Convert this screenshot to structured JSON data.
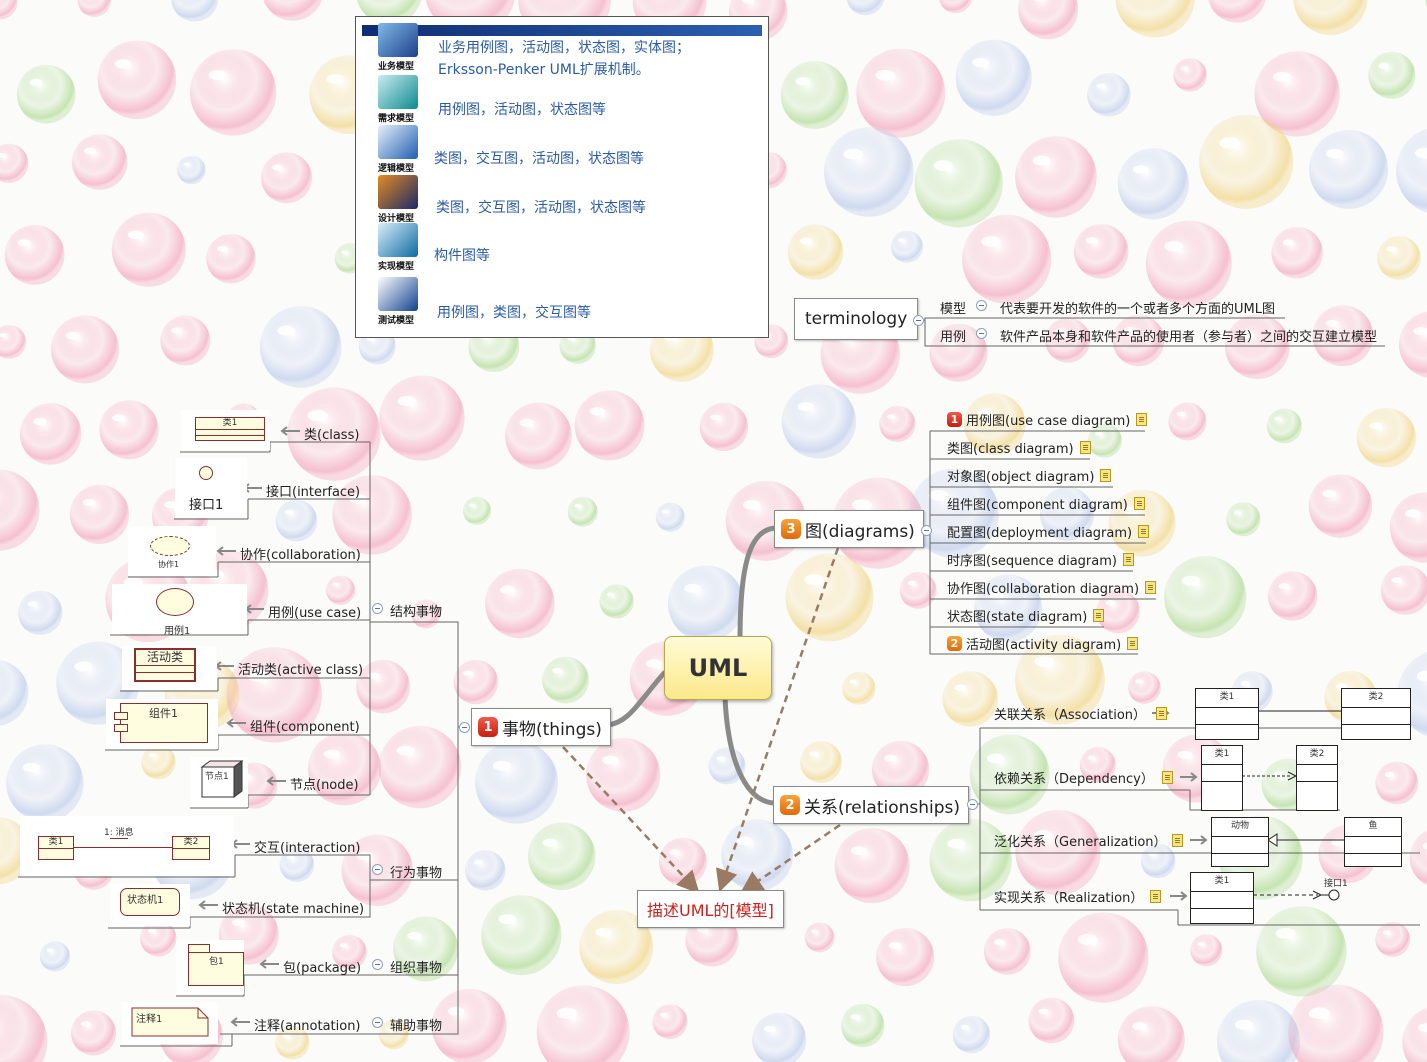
{
  "central": "UML",
  "model_target": "描述UML的[模型]",
  "things": {
    "badge": "1",
    "label": "事物(things)",
    "groups": {
      "structural": "结构事物",
      "behavioral": "行为事物",
      "grouping": "组织事物",
      "annotational": "辅助事物"
    },
    "items": {
      "class": "类(class)",
      "interface": "接口(interface)",
      "collaboration": "协作(collaboration)",
      "use_case": "用例(use case)",
      "active_class": "活动类(active class)",
      "component": "组件(component)",
      "node": "节点(node)",
      "interaction": "交互(interaction)",
      "state_machine": "状态机(state machine)",
      "package": "包(package)",
      "annotation": "注释(annotation)"
    },
    "images": {
      "class": "类1",
      "interface": "接口1",
      "collaboration": "协作1",
      "use_case": "用例1",
      "active_class": "活动类",
      "component": "组件1",
      "node": "节点1",
      "interaction_a": "类1",
      "interaction_b": "类2",
      "interaction_msg": "1: 消息",
      "state_machine": "状态机1",
      "package": "包1",
      "annotation": "注释1"
    }
  },
  "relationships": {
    "badge": "2",
    "label": "关系(relationships)",
    "items": [
      {
        "label": "关联关系（Association）",
        "left": "类1",
        "right": "类2"
      },
      {
        "label": "依赖关系（Dependency）",
        "left": "类1",
        "right": "类2"
      },
      {
        "label": "泛化关系（Generalization）",
        "left": "动物",
        "right": "鱼"
      },
      {
        "label": "实现关系（Realization）",
        "left": "类1",
        "right": "接口1"
      }
    ]
  },
  "diagrams": {
    "badge": "3",
    "label": "图(diagrams)",
    "items": [
      {
        "label": "用例图(use case diagram)",
        "badge": "1"
      },
      {
        "label": "类图(class diagram)"
      },
      {
        "label": "对象图(object diagram)"
      },
      {
        "label": "组件图(component diagram)"
      },
      {
        "label": "配置图(deployment diagram)"
      },
      {
        "label": "时序图(sequence diagram)"
      },
      {
        "label": "协作图(collaboration diagram)"
      },
      {
        "label": "状态图(state diagram)"
      },
      {
        "label": "活动图(activity diagram)",
        "badge": "2"
      }
    ]
  },
  "terminology": {
    "label": "terminology",
    "items": [
      {
        "term": "模型",
        "desc": "代表要开发的软件的一个或者多个方面的UML图"
      },
      {
        "term": "用例",
        "desc": "软件产品本身和软件产品的使用者（参与者）之间的交互建立模型"
      }
    ]
  },
  "models": [
    {
      "caption": "业务模型",
      "desc": "业务用例图，活动图，状态图，实体图；",
      "desc2": "Erksson-Penker UML扩展机制。"
    },
    {
      "caption": "需求模型",
      "desc": "用例图，活动图，状态图等"
    },
    {
      "caption": "逻辑模型",
      "desc": "类图，交互图，活动图，状态图等"
    },
    {
      "caption": "设计模型",
      "desc": "类图，交互图，活动图，状态图等"
    },
    {
      "caption": "实现模型",
      "desc": "构件图等"
    },
    {
      "caption": "测试模型",
      "desc": "用例图，类图，交互图等"
    }
  ],
  "colors": {
    "central_fill": "#fff6b8",
    "badge_red": "#d9261a",
    "badge_orange": "#ef7d1a",
    "model_text": "#d0201b",
    "model_desc": "#2a5ba8",
    "note_fill": "#f6e48a"
  }
}
